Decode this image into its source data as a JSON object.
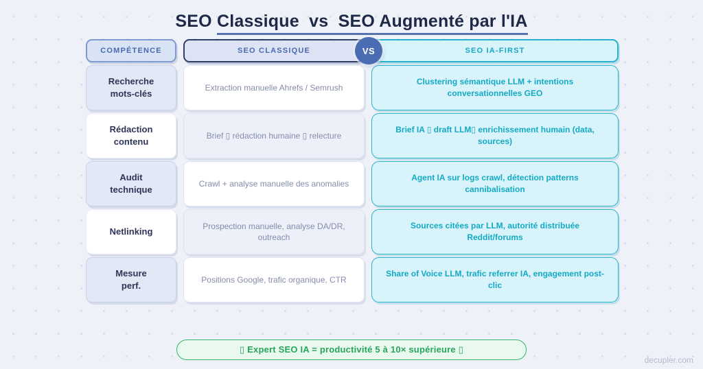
{
  "title": {
    "prefix": "SEO ",
    "underlined": "Classique  vs  SEO Augmenté par l'IA"
  },
  "header": {
    "skill": "COMPÉTENCE",
    "classic": "SEO CLASSIQUE",
    "vs": "VS",
    "ai": "SEO IA-FIRST"
  },
  "rows": [
    {
      "skill": "Recherche\nmots-clés",
      "classic": "Extraction manuelle Ahrefs / Semrush",
      "ai": "Clustering sémantique LLM + intentions conversationnelles GEO"
    },
    {
      "skill": "Rédaction\ncontenu",
      "classic": "Brief ▯ rédaction humaine ▯ relecture",
      "ai": "Brief IA ▯ draft LLM▯ enrichissement humain (data, sources)"
    },
    {
      "skill": "Audit\ntechnique",
      "classic": "Crawl + analyse manuelle des anomalies",
      "ai": "Agent IA sur logs crawl, détection patterns cannibalisation"
    },
    {
      "skill": "Netlinking",
      "classic": "Prospection manuelle, analyse DA/DR, outreach",
      "ai": "Sources citées par LLM, autorité distribuée Reddit/forums"
    },
    {
      "skill": "Mesure\nperf.",
      "classic": "Positions Google, trafic organique, CTR",
      "ai": "Share of Voice LLM, trafic referrer IA, engagement post-clic"
    }
  ],
  "banner": "▯ Expert SEO IA = productivité 5 à 10× supérieure ▯",
  "footer": "decupler.com",
  "colors": {
    "page_bg": "#eef1f8",
    "dot": "#d7dbe9",
    "navy": "#1e2947",
    "underline": "#5673ae",
    "competence_bg": "#d8e4f6",
    "competence_border": "#7d9ad3",
    "classic_header_bg": "#dde3f4",
    "classic_header_border": "#2e3f66",
    "header_text_blue": "#4a69ae",
    "vs_bg": "#4a6cb3",
    "teal": "#14a9c5",
    "teal_border": "#26b2c8",
    "ai_bg": "#d8f4fa",
    "label_bg": "#e3e8f6",
    "label_border": "#c9d2ea",
    "label_text": "#2e3557",
    "classic_cell_text": "#848daa",
    "classic_cell_alt_bg": "#edf0f9",
    "classic_cell_border": "#dfe4f0",
    "green": "#27a55a",
    "green_border": "#38b46c",
    "green_bg": "#e9f9ef",
    "footer_text": "#b4bccf"
  }
}
